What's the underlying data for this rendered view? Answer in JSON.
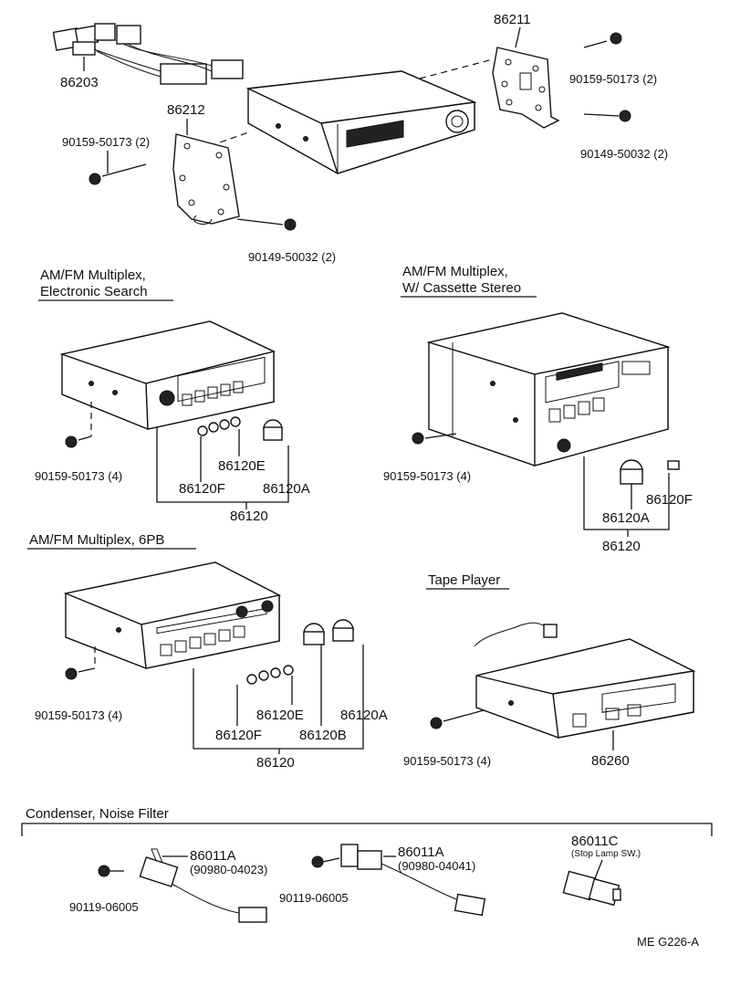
{
  "top": {
    "harness": "86203",
    "bracket_right": "86211",
    "bracket_left": "86212",
    "screw_tr": "90159-50173 (2)",
    "screw_rr": "90149-50032 (2)",
    "screw_tl": "90159-50173 (2)",
    "screw_bl": "90149-50032 (2)"
  },
  "sections": {
    "electronic_search": {
      "heading_line1": "AM/FM Multiplex,",
      "heading_line2": "Electronic Search",
      "screw": "90159-50173 (4)",
      "knob_e": "86120E",
      "knob_f": "86120F",
      "knob_a": "86120A",
      "set": "86120"
    },
    "cassette": {
      "heading_line1": "AM/FM Multiplex,",
      "heading_line2": "W/ Cassette Stereo",
      "screw": "90159-50173 (4)",
      "knob_f": "86120F",
      "knob_a": "86120A",
      "set": "86120"
    },
    "six_pb": {
      "heading": "AM/FM Multiplex, 6PB",
      "screw": "90159-50173 (4)",
      "knob_e": "86120E",
      "knob_a": "86120A",
      "knob_f": "86120F",
      "knob_b": "86120B",
      "set": "86120"
    },
    "tape": {
      "heading": "Tape Player",
      "screw": "90159-50173 (4)",
      "unit": "86260"
    },
    "condenser": {
      "heading": "Condenser, Noise Filter",
      "filter1": "86011A",
      "filter1_sub": "(90980-04023)",
      "screw1": "90119-06005",
      "filter2": "86011A",
      "filter2_sub": "(90980-04041)",
      "screw2": "90119-06005",
      "filter3": "86011C",
      "filter3_sub": "(Stop Lamp SW.)"
    }
  },
  "footer_code": "ME  G226-A"
}
